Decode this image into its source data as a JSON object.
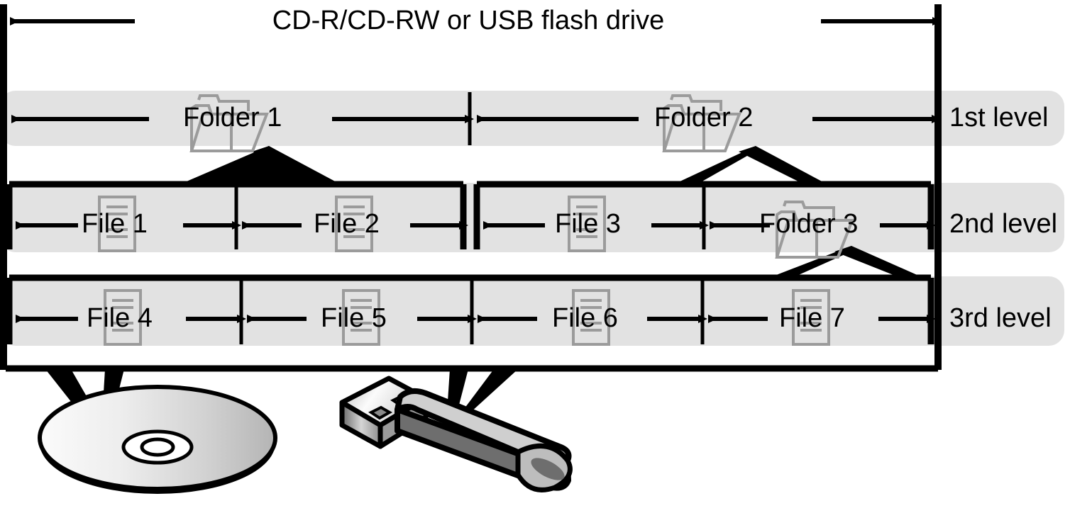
{
  "diagram": {
    "title": "CD-R/CD-RW or USB flash drive",
    "type": "folder-hierarchy",
    "colors": {
      "band": "#e2e2e2",
      "line": "#000000",
      "icon_outline": "#999999",
      "disc_light": "#f7f7f7",
      "disc_dark": "#b8b8b8",
      "usb_body": "#c9c9c9",
      "usb_shadow": "#6e6e6e"
    },
    "levels": [
      {
        "label": "1st level",
        "groups": [
          {
            "cells": [
              {
                "text": "Folder 1",
                "icon": "folder-icon"
              },
              {
                "text": "Folder 2",
                "icon": "folder-icon"
              }
            ]
          }
        ]
      },
      {
        "label": "2nd level",
        "groups": [
          {
            "cells": [
              {
                "text": "File 1",
                "icon": "file-icon"
              },
              {
                "text": "File 2",
                "icon": "file-icon"
              }
            ]
          },
          {
            "cells": [
              {
                "text": "File 3",
                "icon": "file-icon"
              },
              {
                "text": "Folder 3",
                "icon": "folder-icon"
              }
            ]
          }
        ]
      },
      {
        "label": "3rd level",
        "groups": [
          {
            "cells": [
              {
                "text": "File 4",
                "icon": "file-icon"
              },
              {
                "text": "File 5",
                "icon": "file-icon"
              },
              {
                "text": "File 6",
                "icon": "file-icon"
              },
              {
                "text": "File 7",
                "icon": "file-icon"
              }
            ]
          }
        ]
      }
    ],
    "media": [
      {
        "name": "cd-disc-illustration",
        "label": "CD-R/CD-RW disc"
      },
      {
        "name": "usb-flash-drive-illustration",
        "label": "USB flash drive"
      }
    ]
  }
}
